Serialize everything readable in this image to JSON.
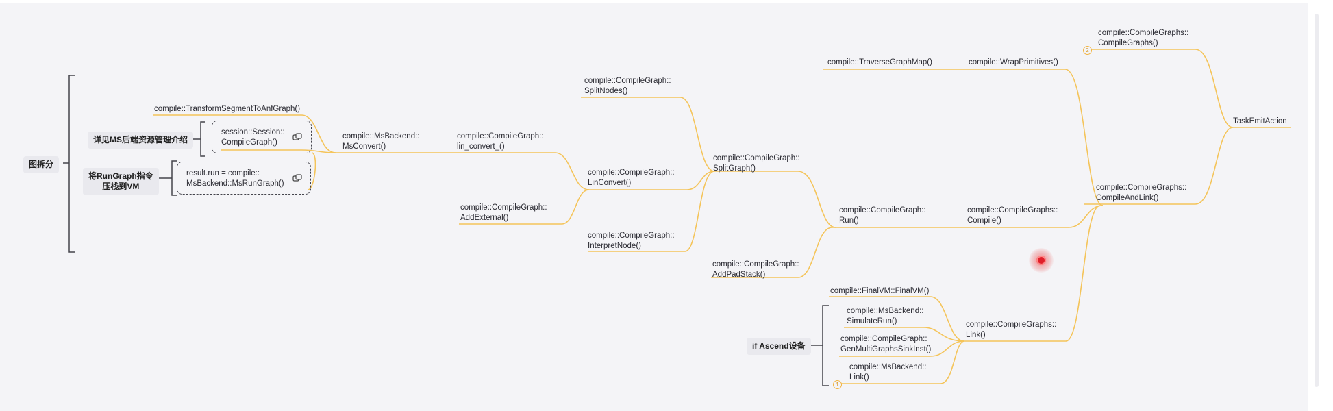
{
  "colors": {
    "branch": "#f4c45a",
    "bracket": "#44444c",
    "background": "#f4f4f7"
  },
  "root": {
    "label": "图拆分"
  },
  "left_group": {
    "node_transform": "compile::TransformSegmentToAnfGraph()",
    "chip_ms_backend": "详见MS后端资源管理介绍",
    "chip_rungraph": "将RunGraph指令\n压栈到VM",
    "box_session": "session::Session::\nCompileGraph()",
    "box_result": "result.run = compile::\nMsBackend::MsRunGraph()"
  },
  "mid": {
    "ms_convert": "compile::MsBackend::\nMsConvert()",
    "lin_convert_": "compile::CompileGraph::\nlin_convert_()",
    "add_external": "compile::CompileGraph::\nAddExternal()",
    "split_nodes": "compile::CompileGraph::\nSplitNodes()",
    "lin_convert": "compile::CompileGraph::\nLinConvert()",
    "interpret_node": "compile::CompileGraph::\nInterpretNode()",
    "split_graph": "compile::CompileGraph::\nSplitGraph()",
    "add_pad_stack": "compile::CompileGraph::\nAddPadStack()"
  },
  "right": {
    "traverse": "compile::TraverseGraphMap()",
    "wrap": "compile::WrapPrimitives()",
    "compile_graphs": "compile::CompileGraphs::\nCompileGraphs()",
    "run": "compile::CompileGraph::\nRun()",
    "compile": "compile::CompileGraphs::\nCompile()",
    "compile_and_link": "compile::CompileGraphs::\nCompileAndLink()",
    "task_emit": "TaskEmitAction",
    "final_vm": "compile::FinalVM::FinalVM()",
    "simulate_run": "compile::MsBackend::\nSimulateRun()",
    "gen_multi": "compile::CompileGraph::\nGenMultiGraphsSinkInst()",
    "ms_link": "compile::MsBackend::\nLink()",
    "cg_link": "compile::CompileGraphs::\nLink()",
    "ascend_chip": "if Ascend设备"
  },
  "badges": {
    "badge_two": "2",
    "badge_one": "1"
  },
  "icons": [
    "copy-icon",
    "copy-icon"
  ]
}
